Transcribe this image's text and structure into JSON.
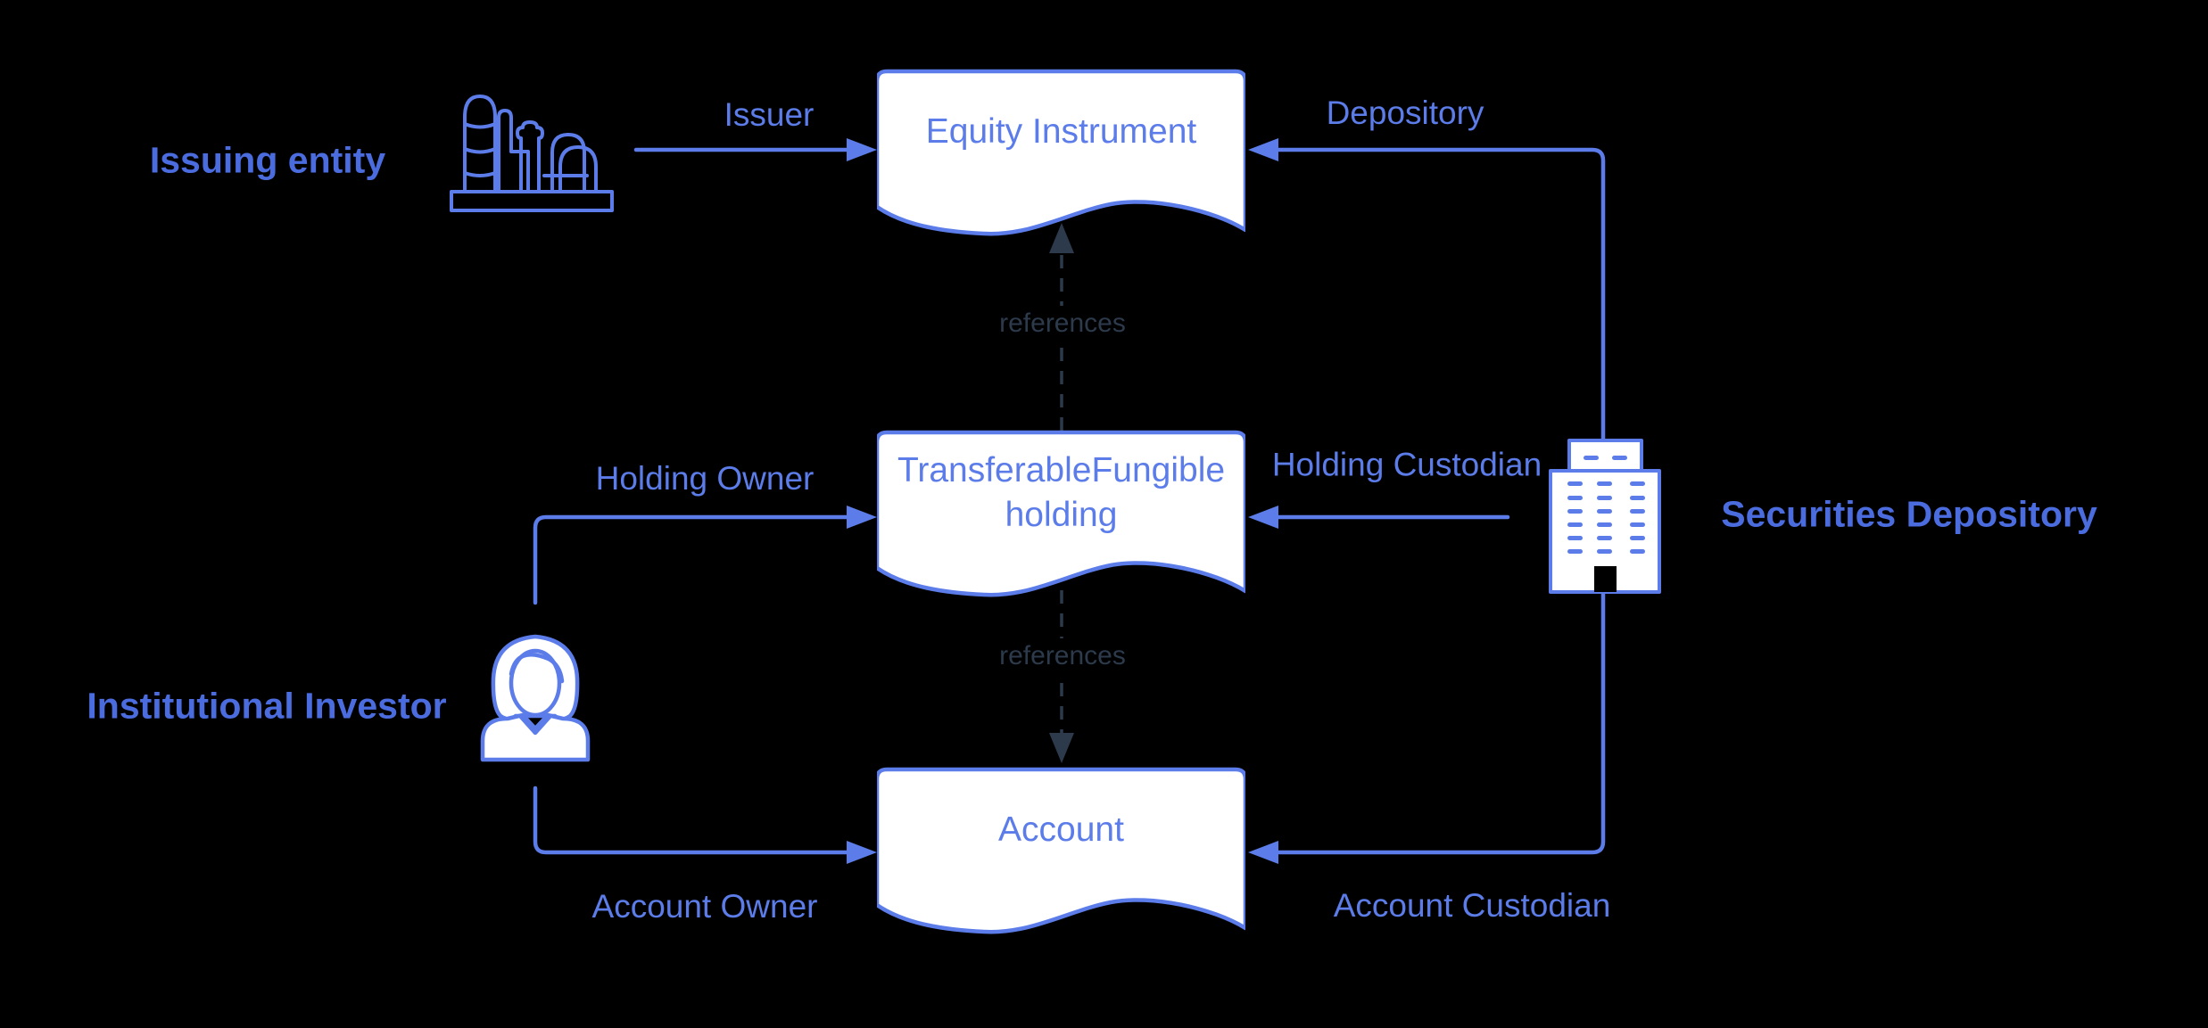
{
  "diagram": {
    "background_color": "#000000",
    "accent_blue": "#5C7DE9",
    "bold_label_blue": "#4A6CDF",
    "reference_dark": "#2C3A4B",
    "node_fill": "#FFFFFF",
    "nodes": [
      {
        "id": "equity-instrument",
        "label": "Equity Instrument",
        "shape": "document"
      },
      {
        "id": "transferable-fungible-holding",
        "label": "TransferableFungible holding",
        "shape": "document"
      },
      {
        "id": "account",
        "label": "Account",
        "shape": "document"
      }
    ],
    "actors": [
      {
        "id": "issuing-entity",
        "label": "Issuing entity",
        "icon": "factory-icon"
      },
      {
        "id": "institutional-investor",
        "label": "Institutional Investor",
        "icon": "woman-icon"
      },
      {
        "id": "securities-depository",
        "label": "Securities Depository",
        "icon": "building-icon"
      }
    ],
    "edges": [
      {
        "id": "issuer",
        "label": "Issuer"
      },
      {
        "id": "depository",
        "label": "Depository"
      },
      {
        "id": "holding-owner",
        "label": "Holding Owner"
      },
      {
        "id": "holding-custodian",
        "label": "Holding Custodian"
      },
      {
        "id": "account-owner",
        "label": "Account Owner"
      },
      {
        "id": "account-custodian",
        "label": "Account Custodian"
      },
      {
        "id": "references-instrument",
        "label": "references"
      },
      {
        "id": "references-account",
        "label": "references"
      }
    ]
  }
}
